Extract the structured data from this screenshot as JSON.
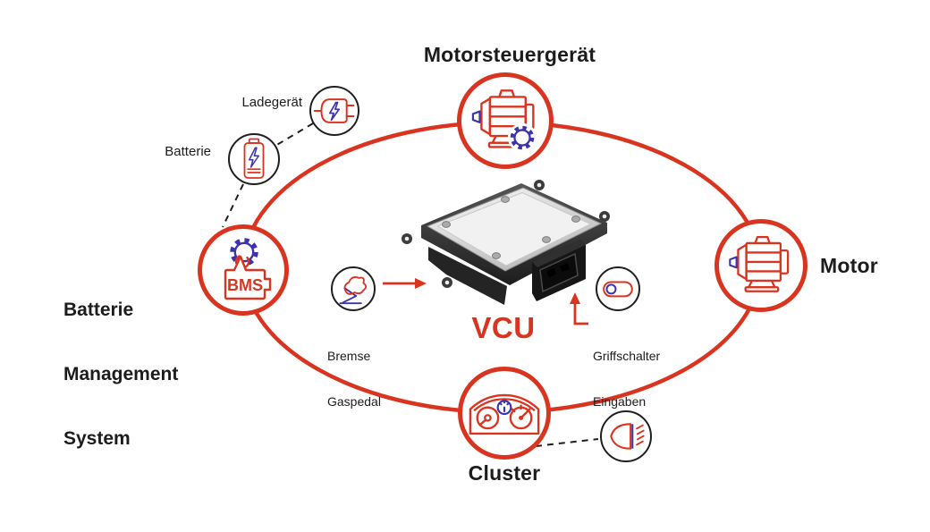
{
  "colors": {
    "accent_red": "#d93420",
    "accent_blue": "#3d34ad",
    "line_black": "#1f1f1f"
  },
  "center": {
    "label": "VCU"
  },
  "nodes": {
    "motorsteuergeraet": {
      "label": "Motorsteuergerät",
      "icon": "motor-gear-icon"
    },
    "motor": {
      "label": "Motor",
      "icon": "motor-icon"
    },
    "cluster": {
      "label": "Cluster",
      "icon": "instrument-cluster-icon"
    },
    "bms": {
      "label_lines": [
        "Batterie",
        "Management",
        "System"
      ],
      "badge": "BMS",
      "icon": "gear-bms-icon"
    },
    "ladegeraet": {
      "label": "Ladegerät",
      "icon": "charger-plug-icon"
    },
    "batterie": {
      "label": "Batterie",
      "icon": "battery-icon"
    },
    "bremse_gaspedal": {
      "label_lines": [
        "Bremse",
        "Gaspedal"
      ],
      "icon": "pedal-icon"
    },
    "griffschalter": {
      "label_lines": [
        "Griffschalter",
        "Eingaben"
      ],
      "icon": "toggle-switch-icon"
    },
    "headlight": {
      "icon": "headlight-icon"
    }
  }
}
